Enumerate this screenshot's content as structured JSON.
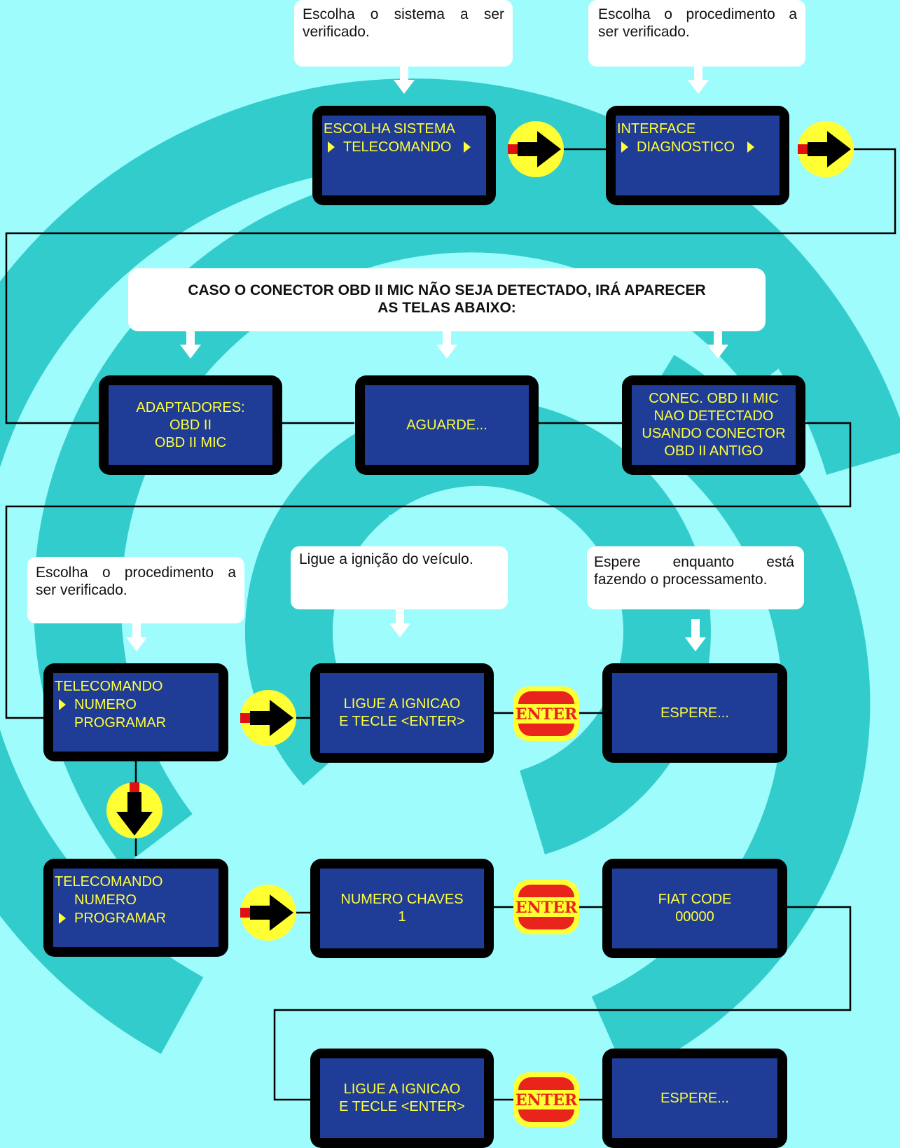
{
  "colors": {
    "background": "#9ffcfc",
    "spiral": "#33cccc",
    "lcd_background": "#1f3c96",
    "lcd_text": "#ffff3c",
    "button_yellow": "#ffff33",
    "enter_red": "#e8241c"
  },
  "callouts": {
    "c1": [
      "Escolha o sistema    a ser",
      "verificado."
    ],
    "c2": [
      "Escolha o procedimento  a",
      "ser verificado."
    ],
    "banner": [
      "CASO O CONECTOR OBD II MIC NÃO SEJA DETECTADO, IRÁ  APARECER",
      "AS TELAS ABAIXO:"
    ],
    "c3": [
      "Escolha o procedimento a",
      "ser verificado."
    ],
    "c4": [
      "Ligue a ignição do veículo."
    ],
    "c5": [
      "Espere   enquanto   está",
      "fazendo o processamento."
    ]
  },
  "screens": {
    "s1": {
      "title": "ESCOLHA SISTEMA",
      "option": "TELECOMANDO"
    },
    "s2": {
      "title": "INTERFACE",
      "option": "DIAGNOSTICO"
    },
    "s3": [
      "ADAPTADORES:",
      "OBD II",
      "OBD II MIC"
    ],
    "s4": [
      "AGUARDE..."
    ],
    "s5": [
      "CONEC. OBD II MIC",
      "NAO DETECTADO",
      "USANDO CONECTOR",
      "OBD II ANTIGO"
    ],
    "s6": [
      "TELECOMANDO",
      "NUMERO",
      "PROGRAMAR"
    ],
    "s7": [
      "LIGUE A IGNICAO",
      "E TECLE <ENTER>"
    ],
    "s8": [
      "ESPERE..."
    ],
    "s9": [
      "TELECOMANDO",
      "NUMERO",
      "PROGRAMAR"
    ],
    "s10": [
      "NUMERO CHAVES",
      "1"
    ],
    "s11": [
      "FIAT CODE",
      "00000"
    ],
    "s12": [
      "LIGUE A IGNICAO",
      "E TECLE <ENTER>"
    ],
    "s13": [
      "ESPERE..."
    ]
  },
  "buttons": {
    "enter_label": "ENTER",
    "advance_icon": "right-arrow-icon",
    "down_icon": "down-arrow-icon"
  }
}
